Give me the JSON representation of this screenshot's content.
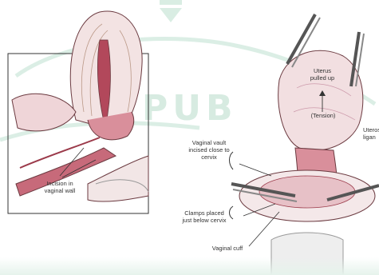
{
  "watermark": {
    "text": "PUB",
    "bottom_text": ""
  },
  "left_panel": {
    "incision_label_line1": "Incision in",
    "incision_label_line2": "vaginal wall"
  },
  "right_panel": {
    "uterus_label_line1": "Uterus",
    "uterus_label_line2": "pulled up",
    "tension_label": "(Tension)",
    "ligament_label_line1": "Uteros",
    "ligament_label_line2": "ligan",
    "vault_label_line1": "Vaginal vault",
    "vault_label_line2": "incised close to",
    "vault_label_line3": "cervix",
    "clamps_label_line1": "Clamps placed",
    "clamps_label_line2": "just below cervix",
    "cuff_label": "Vaginal cuff"
  },
  "colors": {
    "tissue": "#e9bfc4",
    "tissue_dark": "#9b3a4a",
    "outline": "#6b3a40",
    "watermark": "#cfe8dc"
  }
}
